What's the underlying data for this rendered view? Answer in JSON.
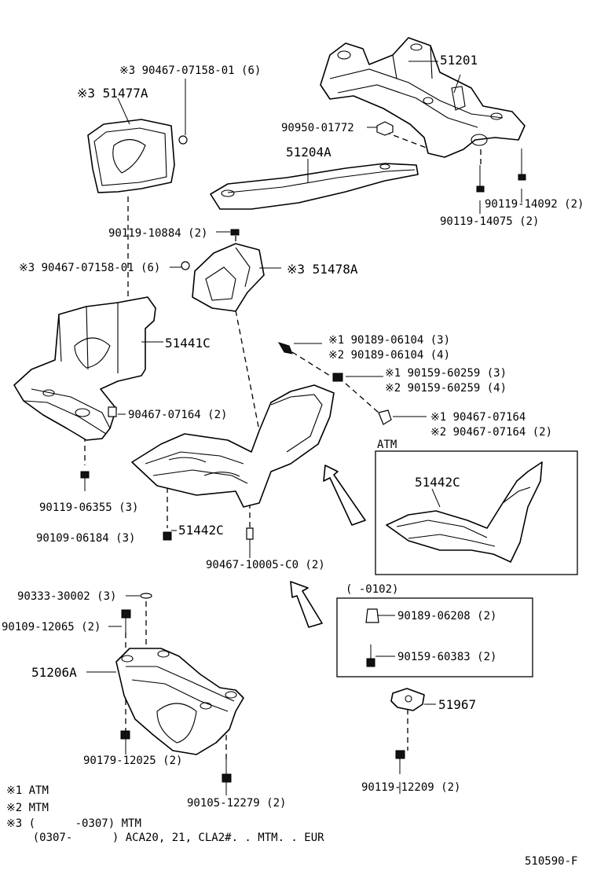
{
  "labels": {
    "c3_90467_top": "※3 90467-07158-01 (6)",
    "c3_51477A": "※3 51477A",
    "p51201": "51201",
    "p90950": "90950-01772",
    "p51204A": "51204A",
    "p90119_14092": "90119-14092 (2)",
    "p90119_14075": "90119-14075 (2)",
    "p90119_10884": "90119-10884 (2)",
    "c3_90467_mid": "※3 90467-07158-01 (6)",
    "c3_51478A": "※3 51478A",
    "p51441C": "51441C",
    "c1_90189_06104": "※1 90189-06104 (3)",
    "c2_90189_06104": "※2 90189-06104 (4)",
    "c1_90159_60259": "※1 90159-60259 (3)",
    "c2_90159_60259": "※2 90159-60259 (4)",
    "p90467_07164": "90467-07164 (2)",
    "c1_90467_07164": "※1 90467-07164",
    "c2_90467_07164": "※2 90467-07164 (2)",
    "atm_title": "ATM",
    "atm_51442C": "51442C",
    "p90119_06355": "90119-06355 (3)",
    "p90109_06184": "90109-06184 (3)",
    "p51442C": "51442C",
    "p90467_10005": "90467-10005-C0 (2)",
    "range_0102": "(      -0102)",
    "p90333": "90333-30002 (3)",
    "p90109_12065": "90109-12065 (2)",
    "p90189_06208": "90189-06208 (2)",
    "p90159_60383": "90159-60383 (2)",
    "p51206A": "51206A",
    "p51967": "51967",
    "p90179": "90179-12025 (2)",
    "p90119_12209": "90119-12209 (2)",
    "p90105": "90105-12279 (2)"
  },
  "notes": [
    "※1 ATM",
    "※2 MTM",
    "※3 (      -0307) MTM",
    "    (0307-      ) ACA20, 21, CLA2#. . MTM. . EUR"
  ],
  "figure_code": "510590-F"
}
